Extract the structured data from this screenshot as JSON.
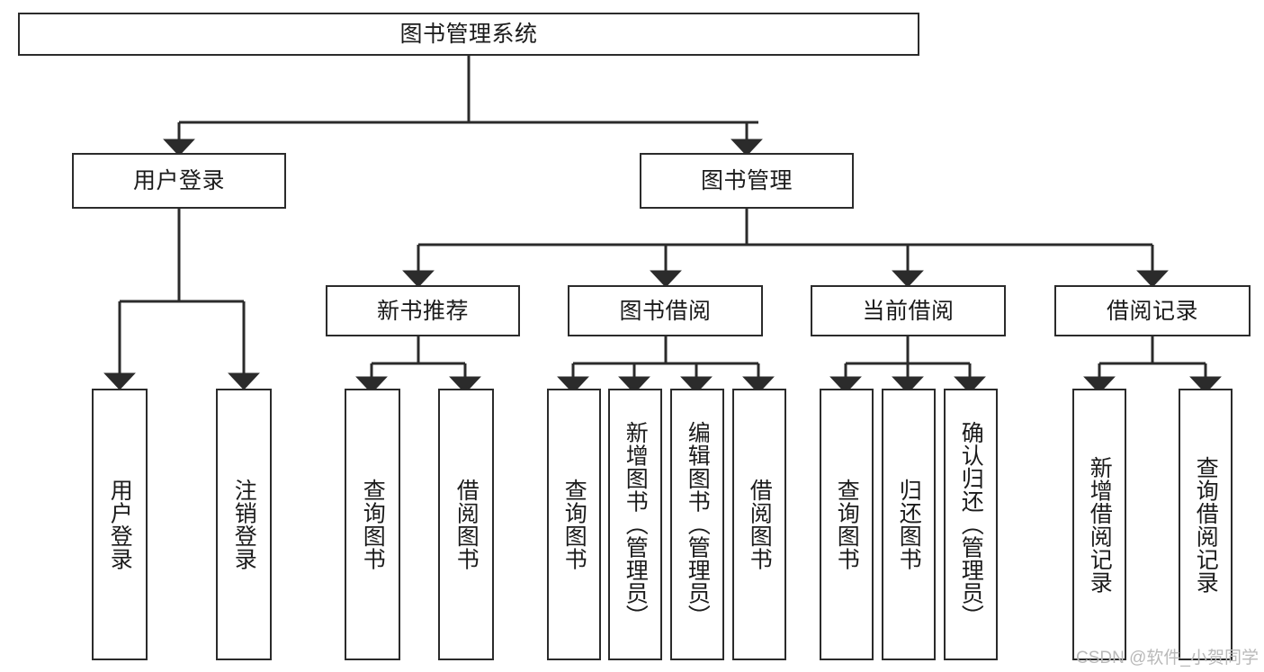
{
  "diagram": {
    "type": "tree",
    "title": "图书管理系统",
    "watermark": "CSDN @软件_小贺同学",
    "colors": {
      "box_border": "#2b2b2b",
      "box_fill": "#ffffff",
      "connector": "#2b2b2b",
      "text": "#1b1b1b",
      "watermark": "#b9b9b9"
    },
    "nodes": {
      "root": {
        "label": "图书管理系统"
      },
      "level2": [
        {
          "label": "用户登录"
        },
        {
          "label": "图书管理"
        }
      ],
      "level3": [
        {
          "label": "新书推荐"
        },
        {
          "label": "图书借阅"
        },
        {
          "label": "当前借阅"
        },
        {
          "label": "借阅记录"
        }
      ],
      "leaves": {
        "user_login": [
          {
            "label": "用户登录"
          },
          {
            "label": "注销登录"
          }
        ],
        "new_book": [
          {
            "label": "查询图书"
          },
          {
            "label": "借阅图书"
          }
        ],
        "borrow_book": [
          {
            "label": "查询图书"
          },
          {
            "label": "新增图书（管理员）"
          },
          {
            "label": "编辑图书（管理员）"
          },
          {
            "label": "借阅图书"
          }
        ],
        "current_borrow": [
          {
            "label": "查询图书"
          },
          {
            "label": "归还图书"
          },
          {
            "label": "确认归还（管理员）"
          }
        ],
        "borrow_record": [
          {
            "label": "新增借阅记录"
          },
          {
            "label": "查询借阅记录"
          }
        ]
      }
    }
  }
}
